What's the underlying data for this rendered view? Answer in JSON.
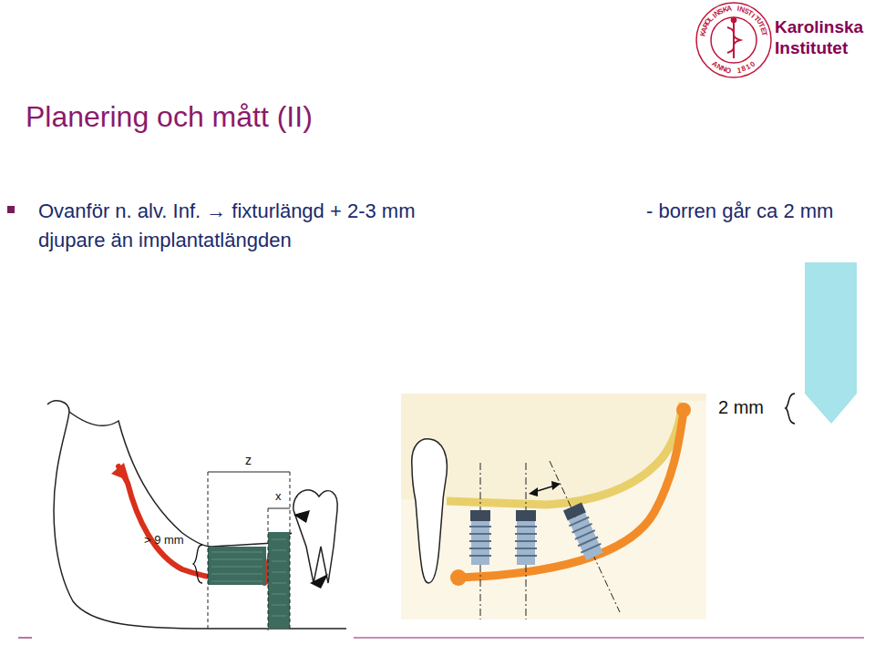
{
  "diagram": {
    "title": "Planering och mått (II)",
    "labels": [
      "Karolinska Institutet",
      "KAROLINSKA INSTITUTET",
      "ANNO 1810",
      "Ovanför n. alv. Inf. → fixturlängd + 2-3 mm",
      "- borren går ca 2 mm djupare än implantatlängden",
      "2 mm",
      "z",
      "x",
      "> 9 mm"
    ]
  }
}
